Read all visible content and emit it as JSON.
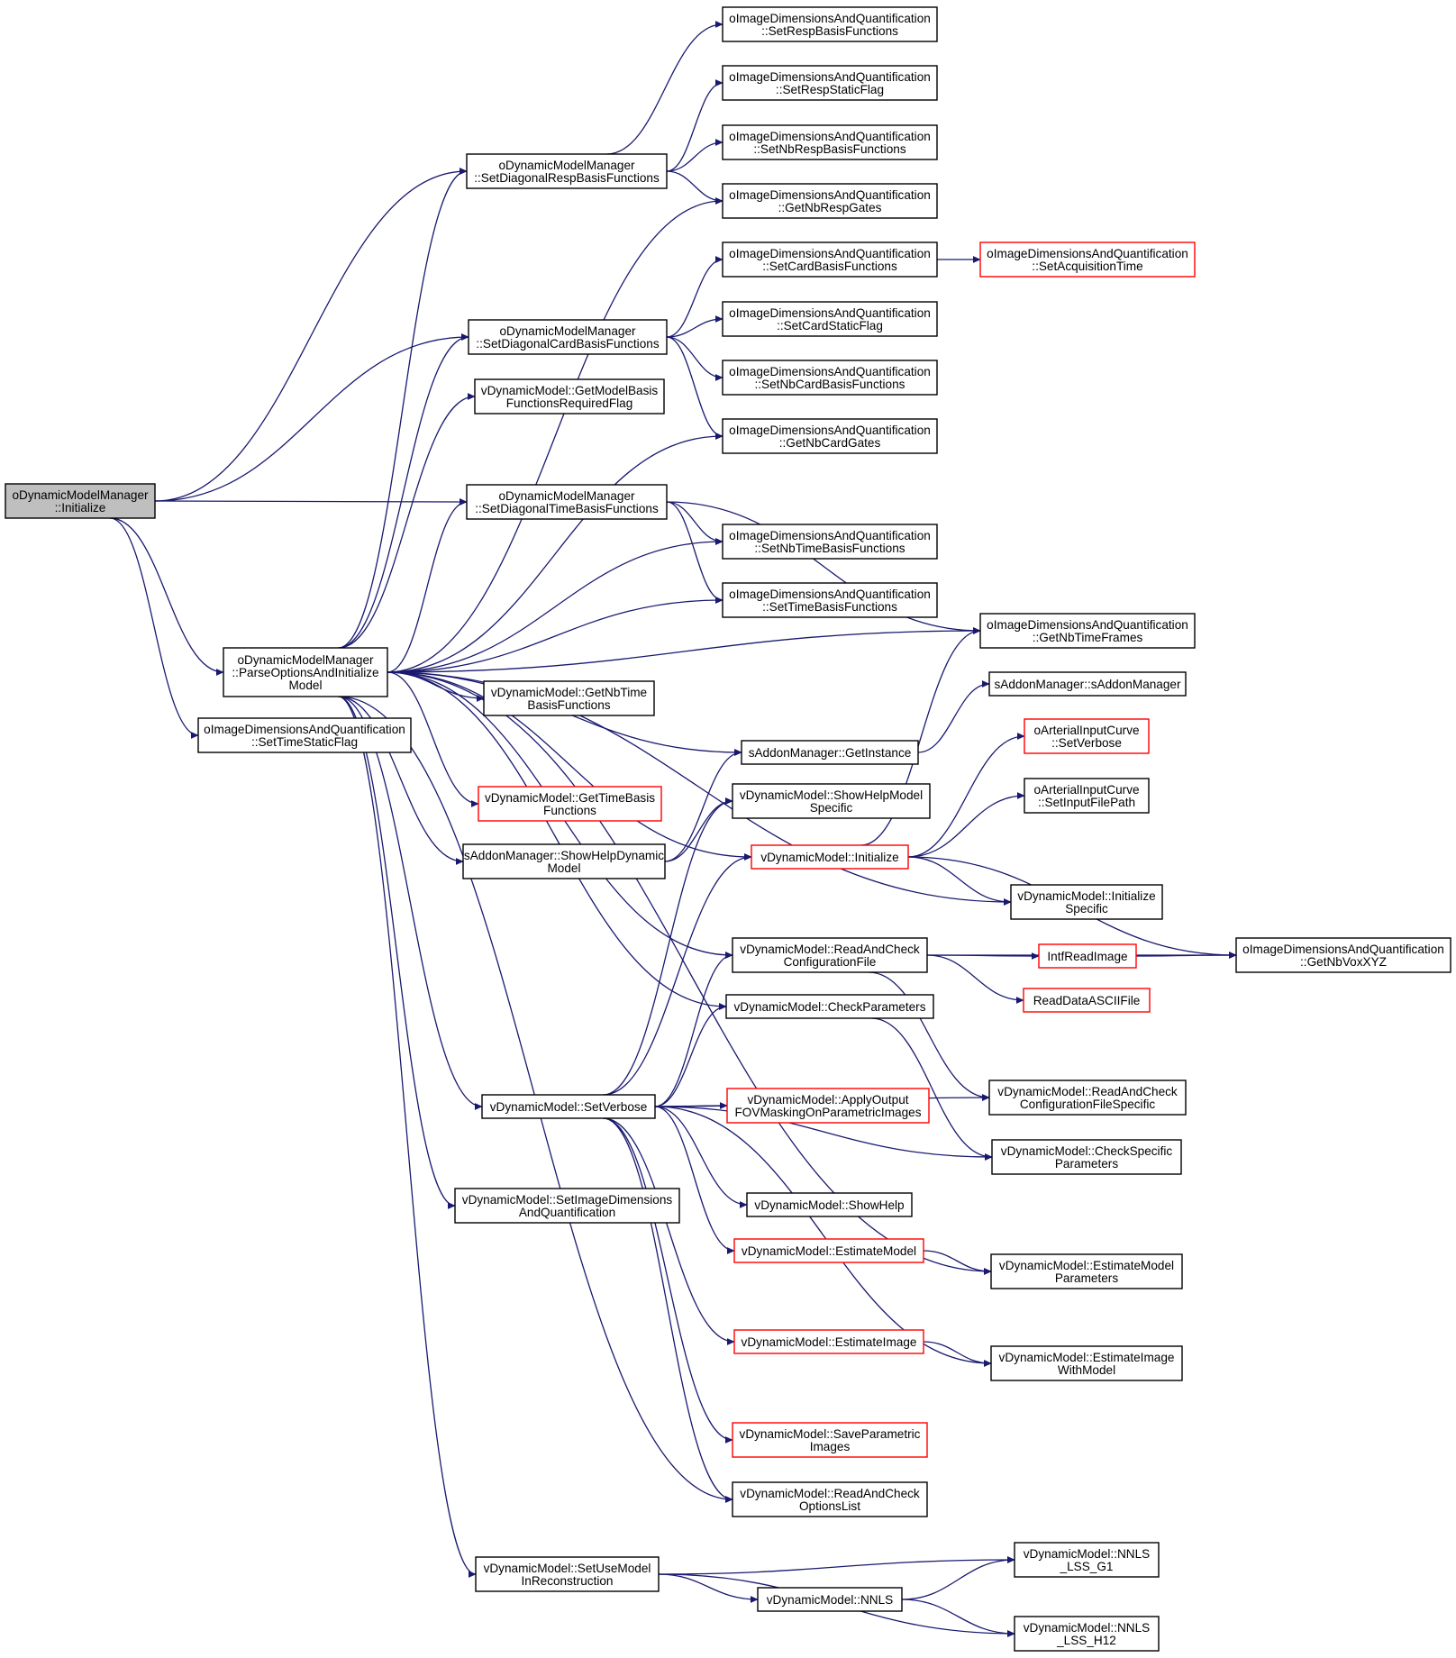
{
  "colors": {
    "edge": "#191970",
    "node_border": "#000000",
    "truncated_node_border": "#ff0000",
    "root_fill": "#bfbfbf",
    "background": "#ffffff"
  },
  "nodes": [
    {
      "id": "n_init",
      "lines": [
        "oDynamicModelManager",
        "::Initialize"
      ],
      "variant": "root"
    },
    {
      "id": "n_setdiagresp",
      "lines": [
        "oDynamicModelManager",
        "::SetDiagonalRespBasisFunctions"
      ],
      "variant": "normal"
    },
    {
      "id": "n_setrespbasis",
      "lines": [
        "oImageDimensionsAndQuantification",
        "::SetRespBasisFunctions"
      ],
      "variant": "normal"
    },
    {
      "id": "n_setrespstatic",
      "lines": [
        "oImageDimensionsAndQuantification",
        "::SetRespStaticFlag"
      ],
      "variant": "normal"
    },
    {
      "id": "n_setnbrespbasis",
      "lines": [
        "oImageDimensionsAndQuantification",
        "::SetNbRespBasisFunctions"
      ],
      "variant": "normal"
    },
    {
      "id": "n_getnbrespgates",
      "lines": [
        "oImageDimensionsAndQuantification",
        "::GetNbRespGates"
      ],
      "variant": "normal"
    },
    {
      "id": "n_setcardbasis",
      "lines": [
        "oImageDimensionsAndQuantification",
        "::SetCardBasisFunctions"
      ],
      "variant": "normal"
    },
    {
      "id": "n_setacqtime",
      "lines": [
        "oImageDimensionsAndQuantification",
        "::SetAcquisitionTime"
      ],
      "variant": "red"
    },
    {
      "id": "n_setdiagcard",
      "lines": [
        "oDynamicModelManager",
        "::SetDiagonalCardBasisFunctions"
      ],
      "variant": "normal"
    },
    {
      "id": "n_setcardstatic",
      "lines": [
        "oImageDimensionsAndQuantification",
        "::SetCardStaticFlag"
      ],
      "variant": "normal"
    },
    {
      "id": "n_setnbcardbasis",
      "lines": [
        "oImageDimensionsAndQuantification",
        "::SetNbCardBasisFunctions"
      ],
      "variant": "normal"
    },
    {
      "id": "n_getmodelbasisreq",
      "lines": [
        "vDynamicModel::GetModelBasis",
        "FunctionsRequiredFlag"
      ],
      "variant": "normal"
    },
    {
      "id": "n_getnbcardgates",
      "lines": [
        "oImageDimensionsAndQuantification",
        "::GetNbCardGates"
      ],
      "variant": "normal"
    },
    {
      "id": "n_setdiagtime",
      "lines": [
        "oDynamicModelManager",
        "::SetDiagonalTimeBasisFunctions"
      ],
      "variant": "normal"
    },
    {
      "id": "n_setnbtimebasis",
      "lines": [
        "oImageDimensionsAndQuantification",
        "::SetNbTimeBasisFunctions"
      ],
      "variant": "normal"
    },
    {
      "id": "n_settimebasis",
      "lines": [
        "oImageDimensionsAndQuantification",
        "::SetTimeBasisFunctions"
      ],
      "variant": "normal"
    },
    {
      "id": "n_getnbtimeframes",
      "lines": [
        "oImageDimensionsAndQuantification",
        "::GetNbTimeFrames"
      ],
      "variant": "normal"
    },
    {
      "id": "n_parseopts",
      "lines": [
        "oDynamicModelManager",
        "::ParseOptionsAndInitialize",
        "Model"
      ],
      "variant": "normal"
    },
    {
      "id": "n_getnbtimebasisfn",
      "lines": [
        "vDynamicModel::GetNbTime",
        "BasisFunctions"
      ],
      "variant": "normal"
    },
    {
      "id": "n_saddonctor",
      "lines": [
        "sAddonManager::sAddonManager"
      ],
      "variant": "normal"
    },
    {
      "id": "n_settimestatic",
      "lines": [
        "oImageDimensionsAndQuantification",
        "::SetTimeStaticFlag"
      ],
      "variant": "normal"
    },
    {
      "id": "n_getinstance",
      "lines": [
        "sAddonManager::GetInstance"
      ],
      "variant": "normal"
    },
    {
      "id": "n_aicsetverbose",
      "lines": [
        "oArterialInputCurve",
        "::SetVerbose"
      ],
      "variant": "red"
    },
    {
      "id": "n_gettimebasis",
      "lines": [
        "vDynamicModel::GetTimeBasis",
        "Functions"
      ],
      "variant": "red"
    },
    {
      "id": "n_showhelpmodelspec",
      "lines": [
        "vDynamicModel::ShowHelpModel",
        "Specific"
      ],
      "variant": "normal"
    },
    {
      "id": "n_aicsetinput",
      "lines": [
        "oArterialInputCurve",
        "::SetInputFilePath"
      ],
      "variant": "normal"
    },
    {
      "id": "n_showhelpdyn",
      "lines": [
        "sAddonManager::ShowHelpDynamic",
        "Model"
      ],
      "variant": "normal"
    },
    {
      "id": "n_vdminit",
      "lines": [
        "vDynamicModel::Initialize"
      ],
      "variant": "red"
    },
    {
      "id": "n_initspecific",
      "lines": [
        "vDynamicModel::Initialize",
        "Specific"
      ],
      "variant": "normal"
    },
    {
      "id": "n_readcheckconfig",
      "lines": [
        "vDynamicModel::ReadAndCheck",
        "ConfigurationFile"
      ],
      "variant": "normal"
    },
    {
      "id": "n_intfreadimage",
      "lines": [
        "IntfReadImage"
      ],
      "variant": "red"
    },
    {
      "id": "n_getnbvoxxyz",
      "lines": [
        "oImageDimensionsAndQuantification",
        "::GetNbVoxXYZ"
      ],
      "variant": "normal"
    },
    {
      "id": "n_readdataascii",
      "lines": [
        "ReadDataASCIIFile"
      ],
      "variant": "red"
    },
    {
      "id": "n_checkparams",
      "lines": [
        "vDynamicModel::CheckParameters"
      ],
      "variant": "normal"
    },
    {
      "id": "n_readcheckconfigspec",
      "lines": [
        "vDynamicModel::ReadAndCheck",
        "ConfigurationFileSpecific"
      ],
      "variant": "normal"
    },
    {
      "id": "n_setverbose",
      "lines": [
        "vDynamicModel::SetVerbose"
      ],
      "variant": "normal"
    },
    {
      "id": "n_applyoutputfov",
      "lines": [
        "vDynamicModel::ApplyOutput",
        "FOVMaskingOnParametricImages"
      ],
      "variant": "red"
    },
    {
      "id": "n_checkspecific",
      "lines": [
        "vDynamicModel::CheckSpecific",
        "Parameters"
      ],
      "variant": "normal"
    },
    {
      "id": "n_setimagedims",
      "lines": [
        "vDynamicModel::SetImageDimensions",
        "AndQuantification"
      ],
      "variant": "normal"
    },
    {
      "id": "n_showhelp",
      "lines": [
        "vDynamicModel::ShowHelp"
      ],
      "variant": "normal"
    },
    {
      "id": "n_estimatemodel",
      "lines": [
        "vDynamicModel::EstimateModel"
      ],
      "variant": "red"
    },
    {
      "id": "n_estimatemodelparams",
      "lines": [
        "vDynamicModel::EstimateModel",
        "Parameters"
      ],
      "variant": "normal"
    },
    {
      "id": "n_estimateimage",
      "lines": [
        "vDynamicModel::EstimateImage"
      ],
      "variant": "red"
    },
    {
      "id": "n_estimateimagewith",
      "lines": [
        "vDynamicModel::EstimateImage",
        "WithModel"
      ],
      "variant": "normal"
    },
    {
      "id": "n_saveparam",
      "lines": [
        "vDynamicModel::SaveParametric",
        "Images"
      ],
      "variant": "red"
    },
    {
      "id": "n_readcheckopts",
      "lines": [
        "vDynamicModel::ReadAndCheck",
        "OptionsList"
      ],
      "variant": "normal"
    },
    {
      "id": "n_setusemodel",
      "lines": [
        "vDynamicModel::SetUseModel",
        "InReconstruction"
      ],
      "variant": "normal"
    },
    {
      "id": "n_nnlsg1",
      "lines": [
        "vDynamicModel::NNLS",
        "_LSS_G1"
      ],
      "variant": "normal"
    },
    {
      "id": "n_nnls",
      "lines": [
        "vDynamicModel::NNLS"
      ],
      "variant": "normal"
    },
    {
      "id": "n_nnlsh12",
      "lines": [
        "vDynamicModel::NNLS",
        "_LSS_H12"
      ],
      "variant": "normal"
    }
  ],
  "edges": [
    [
      "n_init",
      "n_setdiagresp"
    ],
    [
      "n_init",
      "n_setdiagcard"
    ],
    [
      "n_init",
      "n_setdiagtime"
    ],
    [
      "n_init",
      "n_parseopts"
    ],
    [
      "n_init",
      "n_settimestatic"
    ],
    [
      "n_setdiagresp",
      "n_setrespbasis"
    ],
    [
      "n_setdiagresp",
      "n_setrespstatic"
    ],
    [
      "n_setdiagresp",
      "n_setnbrespbasis"
    ],
    [
      "n_setdiagresp",
      "n_getnbrespgates"
    ],
    [
      "n_setdiagcard",
      "n_setcardbasis"
    ],
    [
      "n_setdiagcard",
      "n_setcardstatic"
    ],
    [
      "n_setdiagcard",
      "n_setnbcardbasis"
    ],
    [
      "n_setdiagcard",
      "n_getnbcardgates"
    ],
    [
      "n_setcardbasis",
      "n_setacqtime"
    ],
    [
      "n_setdiagtime",
      "n_setnbtimebasis"
    ],
    [
      "n_setdiagtime",
      "n_settimebasis"
    ],
    [
      "n_setdiagtime",
      "n_getnbtimeframes"
    ],
    [
      "n_parseopts",
      "n_setdiagresp"
    ],
    [
      "n_parseopts",
      "n_getnbrespgates"
    ],
    [
      "n_parseopts",
      "n_setdiagcard"
    ],
    [
      "n_parseopts",
      "n_getmodelbasisreq"
    ],
    [
      "n_parseopts",
      "n_getnbcardgates"
    ],
    [
      "n_parseopts",
      "n_setdiagtime"
    ],
    [
      "n_parseopts",
      "n_setnbtimebasis"
    ],
    [
      "n_parseopts",
      "n_settimebasis"
    ],
    [
      "n_parseopts",
      "n_getnbtimeframes"
    ],
    [
      "n_parseopts",
      "n_getnbtimebasisfn"
    ],
    [
      "n_parseopts",
      "n_getinstance"
    ],
    [
      "n_parseopts",
      "n_gettimebasis"
    ],
    [
      "n_parseopts",
      "n_showhelpdyn"
    ],
    [
      "n_parseopts",
      "n_vdminit"
    ],
    [
      "n_parseopts",
      "n_initspecific"
    ],
    [
      "n_parseopts",
      "n_readcheckconfig"
    ],
    [
      "n_parseopts",
      "n_checkparams"
    ],
    [
      "n_parseopts",
      "n_setverbose"
    ],
    [
      "n_parseopts",
      "n_setimagedims"
    ],
    [
      "n_parseopts",
      "n_estimatemodelparams"
    ],
    [
      "n_parseopts",
      "n_readcheckopts"
    ],
    [
      "n_parseopts",
      "n_setusemodel"
    ],
    [
      "n_getinstance",
      "n_saddonctor"
    ],
    [
      "n_showhelpdyn",
      "n_getinstance"
    ],
    [
      "n_showhelpdyn",
      "n_showhelpmodelspec"
    ],
    [
      "n_vdminit",
      "n_getnbtimeframes"
    ],
    [
      "n_vdminit",
      "n_aicsetverbose"
    ],
    [
      "n_vdminit",
      "n_aicsetinput"
    ],
    [
      "n_vdminit",
      "n_initspecific"
    ],
    [
      "n_vdminit",
      "n_getnbvoxxyz"
    ],
    [
      "n_readcheckconfig",
      "n_intfreadimage"
    ],
    [
      "n_readcheckconfig",
      "n_readdataascii"
    ],
    [
      "n_readcheckconfig",
      "n_readcheckconfigspec"
    ],
    [
      "n_readcheckconfig",
      "n_getnbvoxxyz"
    ],
    [
      "n_intfreadimage",
      "n_getnbvoxxyz"
    ],
    [
      "n_checkparams",
      "n_checkspecific"
    ],
    [
      "n_setverbose",
      "n_showhelpmodelspec"
    ],
    [
      "n_setverbose",
      "n_vdminit"
    ],
    [
      "n_setverbose",
      "n_readcheckconfig"
    ],
    [
      "n_setverbose",
      "n_checkparams"
    ],
    [
      "n_setverbose",
      "n_readcheckconfigspec"
    ],
    [
      "n_setverbose",
      "n_applyoutputfov"
    ],
    [
      "n_setverbose",
      "n_checkspecific"
    ],
    [
      "n_setverbose",
      "n_showhelp"
    ],
    [
      "n_setverbose",
      "n_estimatemodel"
    ],
    [
      "n_setverbose",
      "n_estimateimage"
    ],
    [
      "n_setverbose",
      "n_estimateimagewith"
    ],
    [
      "n_setverbose",
      "n_saveparam"
    ],
    [
      "n_setverbose",
      "n_readcheckopts"
    ],
    [
      "n_estimatemodel",
      "n_estimatemodelparams"
    ],
    [
      "n_estimateimage",
      "n_estimateimagewith"
    ],
    [
      "n_setusemodel",
      "n_nnlsg1"
    ],
    [
      "n_setusemodel",
      "n_nnls"
    ],
    [
      "n_setusemodel",
      "n_nnlsh12"
    ],
    [
      "n_nnls",
      "n_nnlsg1"
    ],
    [
      "n_nnls",
      "n_nnlsh12"
    ]
  ]
}
